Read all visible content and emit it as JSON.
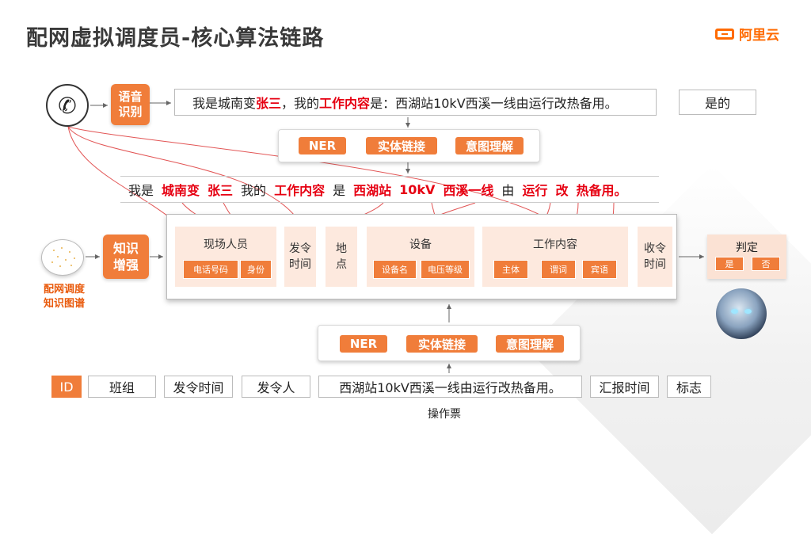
{
  "title": "配网虚拟调度员-核心算法链路",
  "logo": {
    "text": "阿里云",
    "color": "#ff6a00"
  },
  "colors": {
    "accent": "#f07d3a",
    "highlight": "#e60012",
    "category_bg": "#fde9de"
  },
  "icons": {
    "phone": "phone-icon",
    "knowledge_graph": "knowledge-graph-icon",
    "robot": "robot-avatar-icon"
  },
  "speech_recognition": "语音\n识别",
  "knowledge_enhance": "知识\n增强",
  "kg_label": "配网调度\n知识图谱",
  "sentence1": {
    "p1": "我是城南变",
    "p2": "张三",
    "p3": "，我的",
    "p4": "工作内容",
    "p5": "是：西湖站10kV西溪一线由运行改热备用。"
  },
  "answer1": "是的",
  "nlp_top": [
    "NER",
    "实体链接",
    "意图理解"
  ],
  "nlp_bottom": [
    "NER",
    "实体链接",
    "意图理解"
  ],
  "sentence2": [
    {
      "text": "我是",
      "red": false
    },
    {
      "text": "城南变",
      "red": true
    },
    {
      "text": "张三",
      "red": true
    },
    {
      "text": "我的",
      "red": false
    },
    {
      "text": "工作内容",
      "red": true
    },
    {
      "text": "是",
      "red": false
    },
    {
      "text": "西湖站",
      "red": true
    },
    {
      "text": "10kV",
      "red": true
    },
    {
      "text": "西溪一线",
      "red": true
    },
    {
      "text": "由",
      "red": false
    },
    {
      "text": "运行",
      "red": true
    },
    {
      "text": "改",
      "red": true
    },
    {
      "text": "热备用。",
      "red": true
    }
  ],
  "slots": {
    "personnel": {
      "label": "现场人员",
      "tags": [
        "电话号码",
        "身份"
      ]
    },
    "order_time": "发令\n时间",
    "location": "地\n点",
    "device": {
      "label": "设备",
      "tags": [
        "设备名",
        "电压等级"
      ]
    },
    "work": {
      "label": "工作内容",
      "tags": [
        "主体",
        "谓词",
        "宾语"
      ]
    },
    "receive_time": "收令\n时间"
  },
  "judge": {
    "label": "判定",
    "yes": "是",
    "no": "否"
  },
  "fields": [
    "ID",
    "班组",
    "发令时间",
    "发令人",
    "西湖站10kV西溪一线由运行改热备用。",
    "汇报时间",
    "标志"
  ],
  "op_caption": "操作票"
}
